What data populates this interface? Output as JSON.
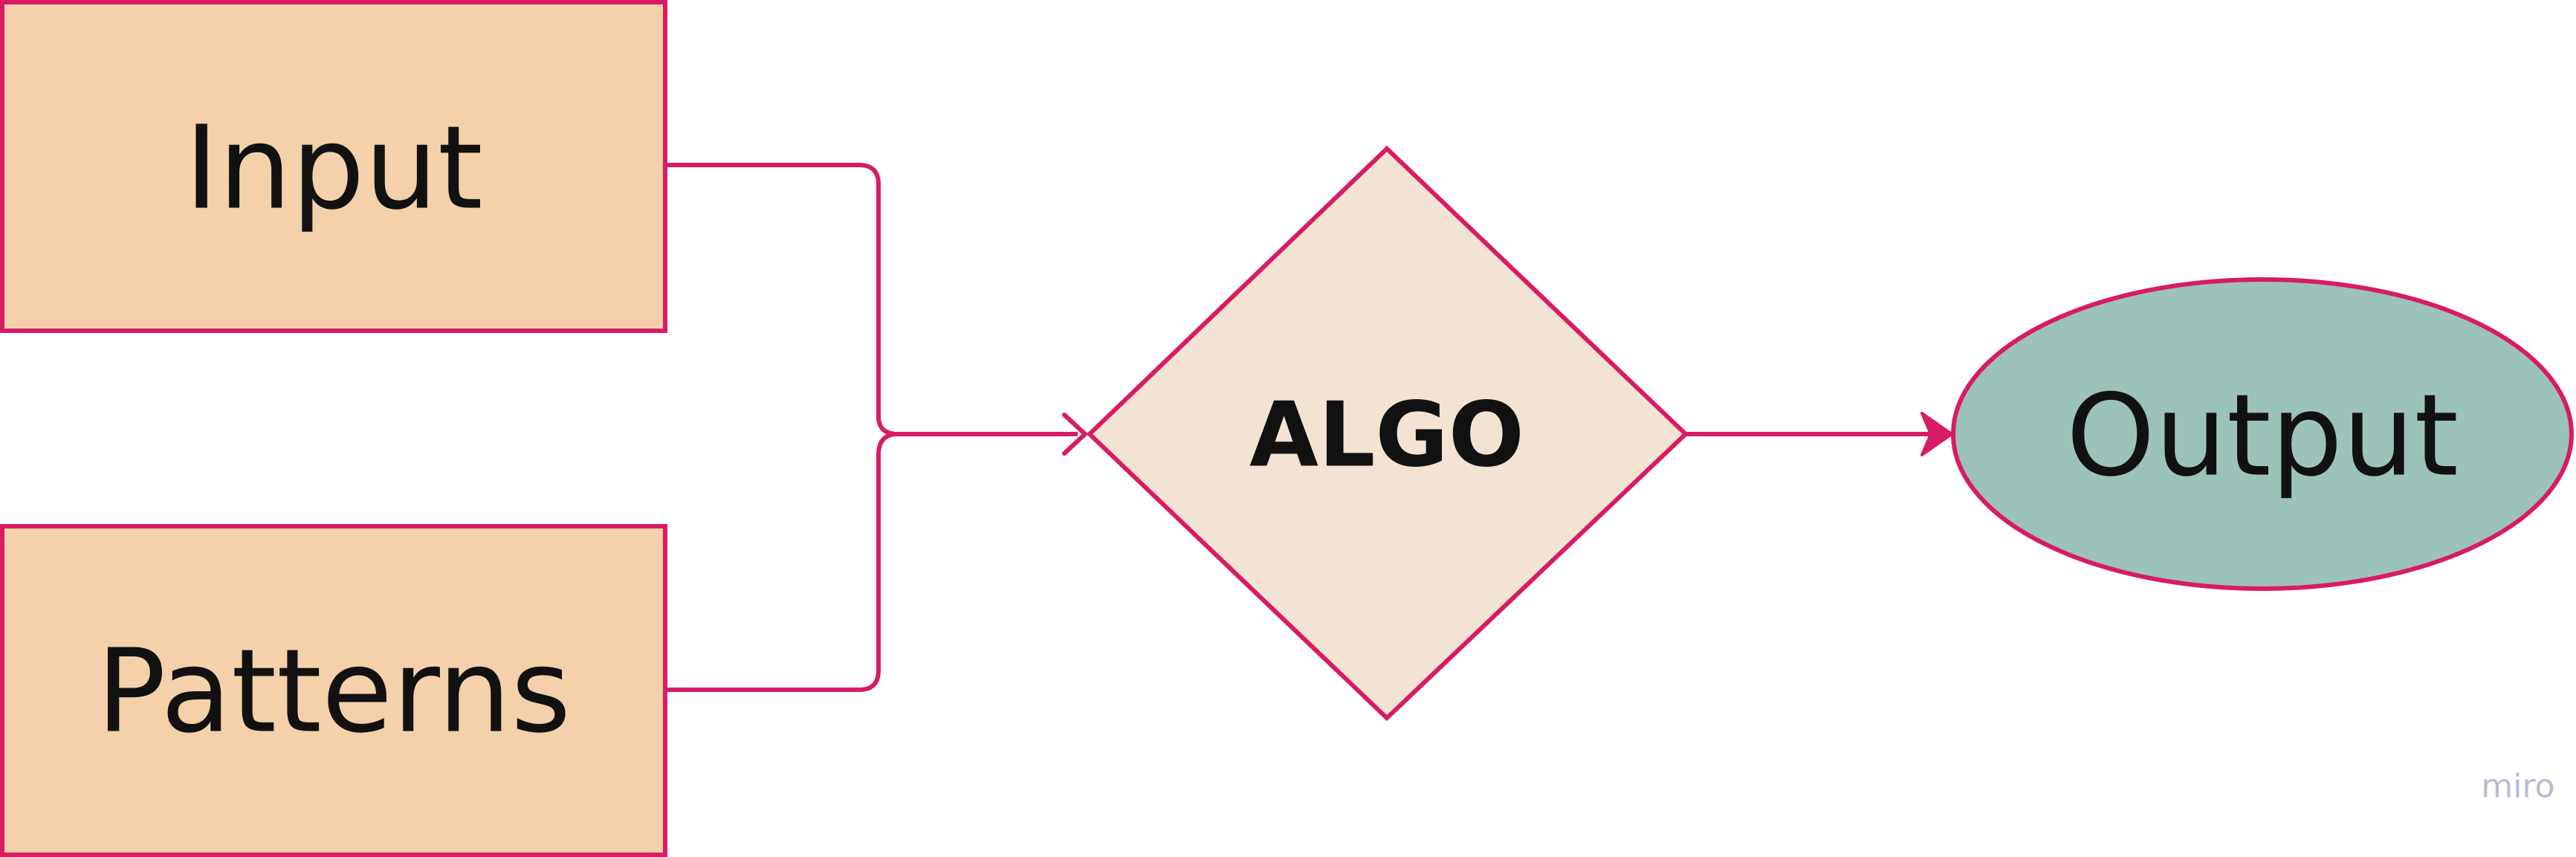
{
  "nodes": {
    "input": {
      "label": "Input",
      "shape": "rectangle",
      "fill": "#f4d1aa"
    },
    "patterns": {
      "label": "Patterns",
      "shape": "rectangle",
      "fill": "#f4d1aa"
    },
    "algo": {
      "label": "ALGO",
      "shape": "diamond",
      "fill": "#f3e3d3"
    },
    "output": {
      "label": "Output",
      "shape": "ellipse",
      "fill": "#9cc3b9"
    }
  },
  "edges": [
    {
      "from": "input",
      "to": "algo",
      "arrowhead": "open"
    },
    {
      "from": "patterns",
      "to": "algo",
      "arrowhead": "open"
    },
    {
      "from": "algo",
      "to": "output",
      "arrowhead": "filled"
    }
  ],
  "colors": {
    "stroke": "#d81b64",
    "text": "#111111",
    "watermark": "#b7bbd2"
  },
  "watermark": {
    "label": "miro"
  }
}
